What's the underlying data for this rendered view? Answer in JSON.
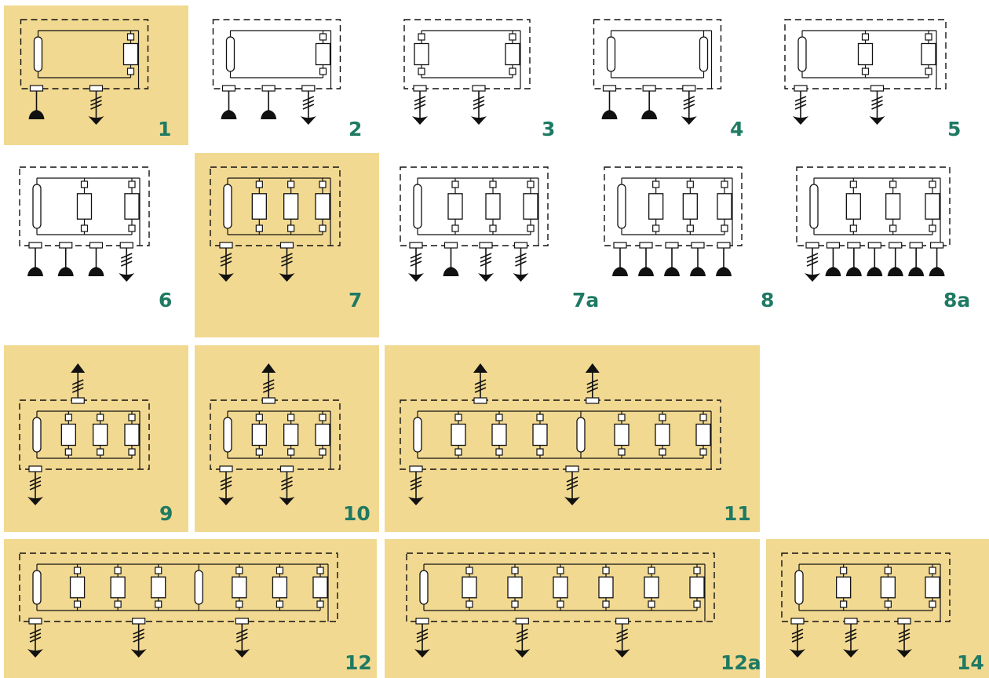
{
  "accent": "#f2d991",
  "label_color": "#1f7a63",
  "panels": [
    {
      "label": "1",
      "highlighted": true,
      "columns": [
        "tall",
        "box"
      ],
      "top_outlets": [],
      "bottom_outlets": [
        "round",
        "flange"
      ]
    },
    {
      "label": "2",
      "highlighted": false,
      "columns": [
        "tall",
        "box"
      ],
      "top_outlets": [],
      "bottom_outlets": [
        "round",
        "round",
        "flange"
      ]
    },
    {
      "label": "3",
      "highlighted": false,
      "columns": [
        "box",
        "box"
      ],
      "top_outlets": [],
      "bottom_outlets": [
        "flange",
        "flange"
      ]
    },
    {
      "label": "4",
      "highlighted": false,
      "columns": [
        "tall",
        "tall"
      ],
      "top_outlets": [],
      "bottom_outlets": [
        "round",
        "round",
        "flange"
      ]
    },
    {
      "label": "5",
      "highlighted": false,
      "columns": [
        "tall",
        "box",
        "box"
      ],
      "top_outlets": [],
      "bottom_outlets": [
        "flange",
        "flange"
      ]
    },
    {
      "label": "6",
      "highlighted": false,
      "columns": [
        "tall",
        "box",
        "box"
      ],
      "top_outlets": [],
      "bottom_outlets": [
        "round",
        "round",
        "round",
        "flange"
      ]
    },
    {
      "label": "7",
      "highlighted": true,
      "columns": [
        "tall",
        "box",
        "box",
        "box"
      ],
      "top_outlets": [],
      "bottom_outlets": [
        "flange",
        "flange"
      ]
    },
    {
      "label": "7a",
      "highlighted": false,
      "columns": [
        "tall",
        "box",
        "box",
        "box"
      ],
      "top_outlets": [],
      "bottom_outlets": [
        "flange",
        "round",
        "flange",
        "flange"
      ]
    },
    {
      "label": "8",
      "highlighted": false,
      "columns": [
        "tall",
        "box",
        "box",
        "box"
      ],
      "top_outlets": [],
      "bottom_outlets": [
        "round",
        "round",
        "round",
        "round",
        "round"
      ]
    },
    {
      "label": "8a",
      "highlighted": false,
      "columns": [
        "tall",
        "box",
        "box",
        "box"
      ],
      "top_outlets": [],
      "bottom_outlets": [
        "flange",
        "round",
        "round",
        "round",
        "round",
        "round",
        "round"
      ]
    },
    {
      "label": "9",
      "highlighted": true,
      "columns": [
        "tall",
        "box",
        "box",
        "box"
      ],
      "top_outlets": [
        "up"
      ],
      "bottom_outlets": [
        "flange"
      ]
    },
    {
      "label": "10",
      "highlighted": true,
      "columns": [
        "tall",
        "box",
        "box",
        "box"
      ],
      "top_outlets": [
        "up"
      ],
      "bottom_outlets": [
        "flange",
        "flange"
      ]
    },
    {
      "label": "11",
      "highlighted": true,
      "columns": [
        "tall",
        "box",
        "box",
        "box",
        "tall",
        "box",
        "box",
        "box"
      ],
      "top_outlets": [
        "up",
        "up"
      ],
      "bottom_outlets": [
        "flange",
        "flange"
      ]
    },
    {
      "label": "12",
      "highlighted": true,
      "columns": [
        "tall",
        "box",
        "box",
        "box",
        "tall",
        "box",
        "box",
        "box"
      ],
      "top_outlets": [],
      "bottom_outlets": [
        "flange",
        "flange",
        "flange"
      ]
    },
    {
      "label": "12a",
      "highlighted": true,
      "columns": [
        "tall",
        "box",
        "box",
        "box",
        "box",
        "box",
        "box"
      ],
      "top_outlets": [],
      "bottom_outlets": [
        "flange",
        "flange",
        "flange"
      ]
    },
    {
      "label": "14",
      "highlighted": true,
      "columns": [
        "tall",
        "box",
        "box",
        "box"
      ],
      "top_outlets": [],
      "bottom_outlets": [
        "flange",
        "flange",
        "flange"
      ]
    }
  ]
}
